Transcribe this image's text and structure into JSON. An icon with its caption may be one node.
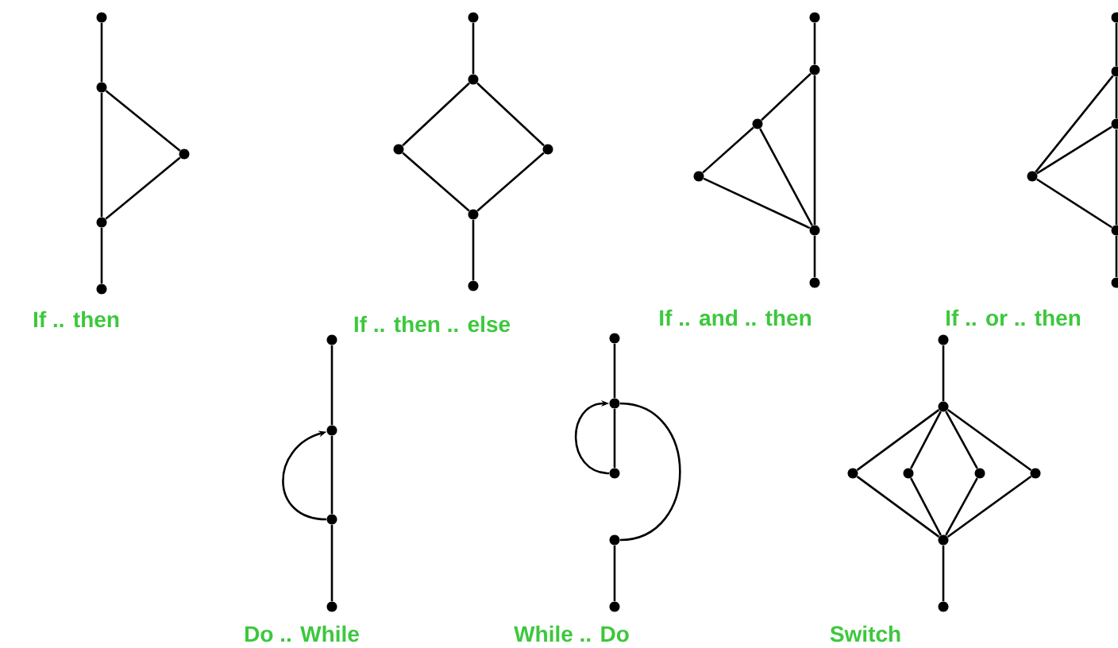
{
  "diagram": {
    "nodes": [
      {
        "text": [],
        "shape": "circle"
      },
      {
        "text": [],
        "shape": "circle"
      },
      {
        "text": [],
        "shape": "circle"
      },
      {
        "text": [],
        "shape": "circle"
      },
      {
        "text": [],
        "shape": "circle"
      },
      {
        "text": [],
        "shape": "circle"
      },
      {
        "text": [],
        "shape": "circle"
      },
      {
        "text": [],
        "shape": "circle"
      },
      {
        "text": [],
        "shape": "circle"
      },
      {
        "text": [],
        "shape": "circle"
      },
      {
        "text": [],
        "shape": "circle"
      },
      {
        "text": [],
        "shape": "circle"
      },
      {
        "text": [],
        "shape": "circle"
      },
      {
        "text": [],
        "shape": "circle"
      },
      {
        "text": [],
        "shape": "circle"
      },
      {
        "text": [],
        "shape": "circle"
      },
      {
        "text": [],
        "shape": "circle"
      },
      {
        "text": [],
        "shape": "circle"
      },
      {
        "text": [],
        "shape": "circle"
      },
      {
        "text": [],
        "shape": "circle"
      },
      {
        "text": [],
        "shape": "circle"
      },
      {
        "text": [],
        "shape": "circle"
      },
      {
        "text": [],
        "shape": "circle"
      },
      {
        "text": [],
        "shape": "circle"
      },
      {
        "text": [],
        "shape": "circle"
      },
      {
        "text": [],
        "shape": "circle"
      },
      {
        "text": [],
        "shape": "circle"
      },
      {
        "text": [],
        "shape": "circle"
      },
      {
        "text": [],
        "shape": "circle"
      },
      {
        "text": [],
        "shape": "circle"
      },
      {
        "text": [],
        "shape": "circle"
      },
      {
        "text": [],
        "shape": "circle"
      },
      {
        "text": [],
        "shape": "circle"
      },
      {
        "text": [],
        "shape": "circle"
      },
      {
        "text": [],
        "shape": "circle"
      },
      {
        "text": [],
        "shape": "circle"
      },
      {
        "text": [],
        "shape": "circle"
      },
      {
        "text": [],
        "shape": "circle"
      },
      {
        "text": [],
        "shape": "circle"
      },
      {
        "text": [],
        "shape": "circle"
      }
    ],
    "edges": [
      {
        "from": 0,
        "to": 1,
        "arrow": "none"
      },
      {
        "from": 1,
        "to": 2,
        "arrow": "none"
      },
      {
        "from": 2,
        "to": 3,
        "arrow": "none"
      },
      {
        "from": 1,
        "to": 3,
        "arrow": "none"
      },
      {
        "from": 3,
        "to": 4,
        "arrow": "none"
      },
      {
        "from": 5,
        "to": 6,
        "arrow": "none"
      },
      {
        "from": 6,
        "to": 7,
        "arrow": "none"
      },
      {
        "from": 6,
        "to": 8,
        "arrow": "none"
      },
      {
        "from": 7,
        "to": 9,
        "arrow": "none"
      },
      {
        "from": 8,
        "to": 9,
        "arrow": "none"
      },
      {
        "from": 9,
        "to": 10,
        "arrow": "none"
      },
      {
        "from": 11,
        "to": 12,
        "arrow": "none"
      },
      {
        "from": 12,
        "to": 13,
        "arrow": "none"
      },
      {
        "from": 13,
        "to": 14,
        "arrow": "none"
      },
      {
        "from": 13,
        "to": 15,
        "arrow": "none"
      },
      {
        "from": 14,
        "to": 15,
        "arrow": "none"
      },
      {
        "from": 12,
        "to": 15,
        "arrow": "none"
      },
      {
        "from": 15,
        "to": 16,
        "arrow": "none"
      },
      {
        "from": 17,
        "to": 18,
        "arrow": "none"
      },
      {
        "from": 18,
        "to": 20,
        "arrow": "none"
      },
      {
        "from": 19,
        "to": 20,
        "arrow": "none"
      },
      {
        "from": 20,
        "to": 21,
        "arrow": "none"
      },
      {
        "from": 18,
        "to": 19,
        "arrow": "none"
      },
      {
        "from": 19,
        "to": 21,
        "arrow": "none"
      },
      {
        "from": 21,
        "to": 22,
        "arrow": "none"
      },
      {
        "from": 23,
        "to": 24,
        "arrow": "none"
      },
      {
        "from": 24,
        "to": 25,
        "arrow": "none"
      },
      {
        "from": 25,
        "to": 26,
        "arrow": "none"
      },
      {
        "from": 25,
        "to": 24,
        "arrow": "to"
      },
      {
        "from": 27,
        "to": 28,
        "arrow": "none"
      },
      {
        "from": 28,
        "to": 29,
        "arrow": "none"
      },
      {
        "from": 29,
        "to": 28,
        "arrow": "to"
      },
      {
        "from": 28,
        "to": 30,
        "arrow": "none"
      },
      {
        "from": 30,
        "to": 31,
        "arrow": "none"
      },
      {
        "from": 32,
        "to": 33,
        "arrow": "none"
      },
      {
        "from": 33,
        "to": 34,
        "arrow": "none"
      },
      {
        "from": 33,
        "to": 35,
        "arrow": "none"
      },
      {
        "from": 33,
        "to": 36,
        "arrow": "none"
      },
      {
        "from": 33,
        "to": 37,
        "arrow": "none"
      },
      {
        "from": 34,
        "to": 38,
        "arrow": "none"
      },
      {
        "from": 35,
        "to": 38,
        "arrow": "none"
      },
      {
        "from": 36,
        "to": 38,
        "arrow": "none"
      },
      {
        "from": 37,
        "to": 38,
        "arrow": "none"
      },
      {
        "from": 38,
        "to": 39,
        "arrow": "none"
      }
    ],
    "labels": [
      "If .. then",
      "If .. then .. else",
      "If .. and .. then",
      "If .. or .. then",
      "Do .. While",
      "While .. Do",
      "Switch"
    ]
  }
}
